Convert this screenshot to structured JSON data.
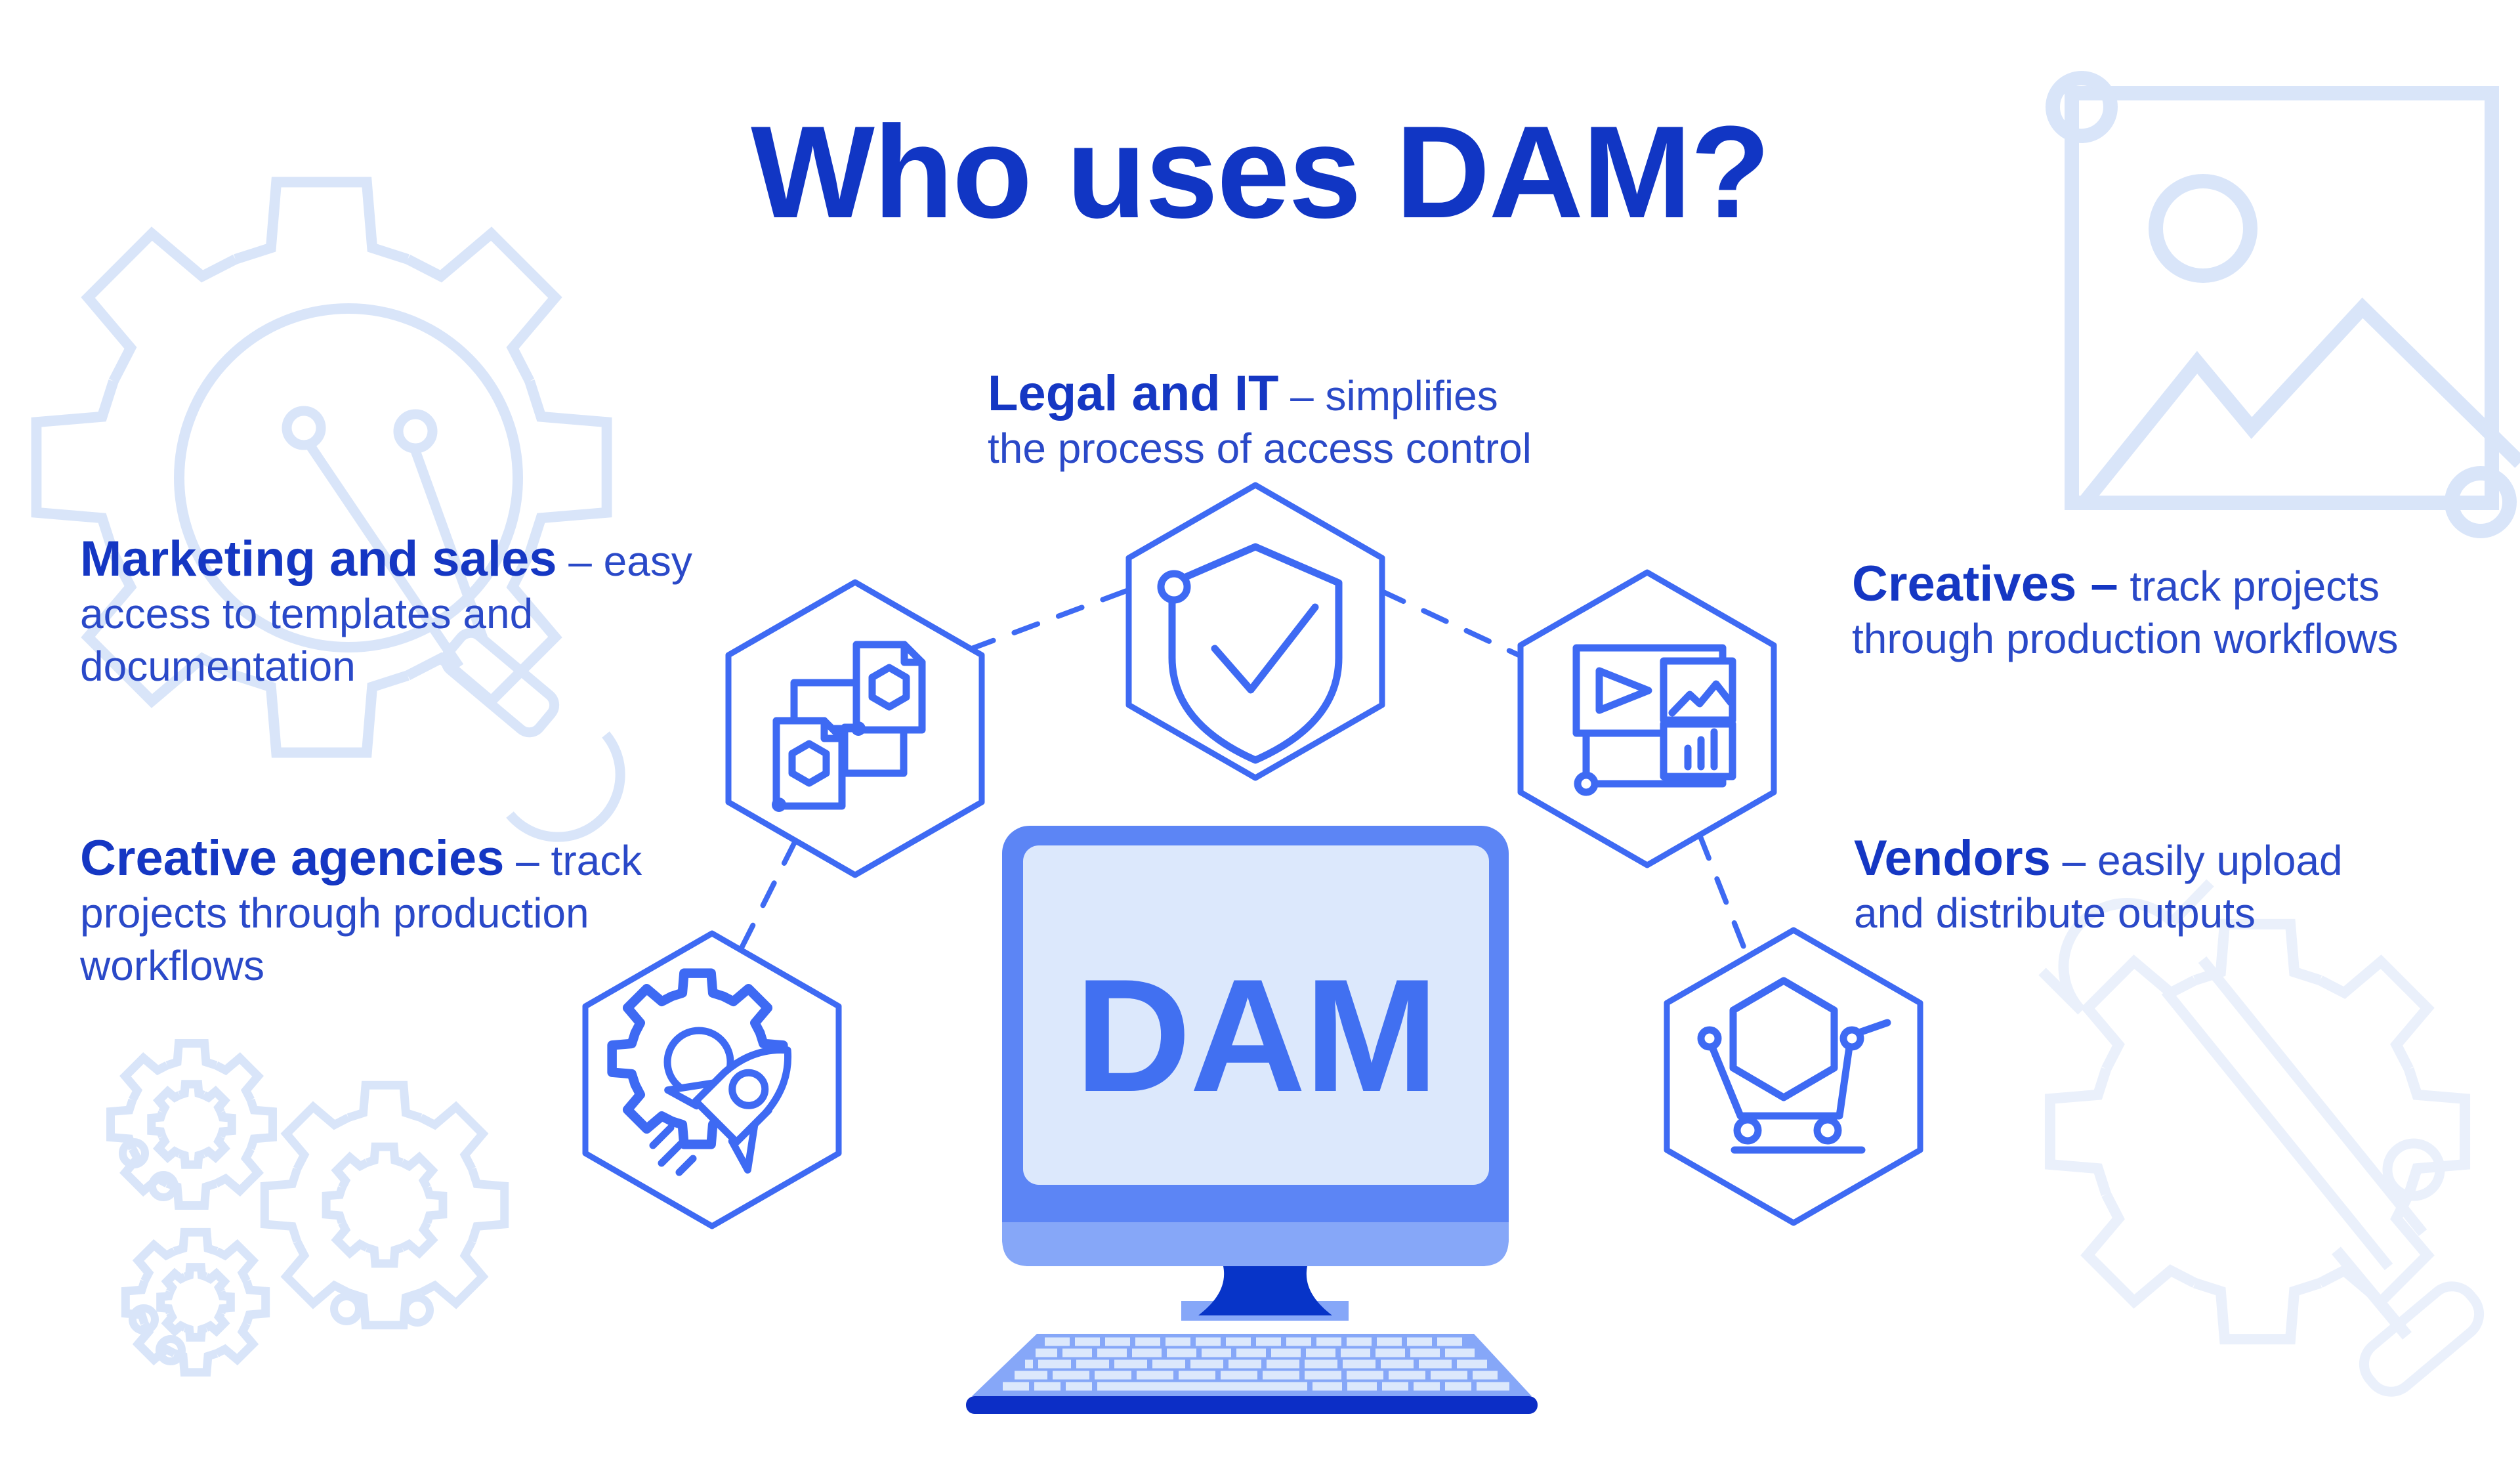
{
  "title": "Who uses DAM?",
  "monitor": {
    "label": "DAM"
  },
  "groups": {
    "legal": {
      "head": "Legal and IT",
      "rest": "– simplifies",
      "line2": "the process of access control"
    },
    "marketing": {
      "head": "Marketing and sales",
      "rest": "– easy",
      "line2": "access to templates and",
      "line3": "documentation"
    },
    "agencies": {
      "head": "Creative agencies",
      "rest": "– track",
      "line2": "projects through production",
      "line3": "workflows"
    },
    "creatives": {
      "head": "Creatives –",
      "rest": "track projects",
      "line2": "through production workflows"
    },
    "vendors": {
      "head": "Vendors",
      "rest": "– easily upload",
      "line2": "and distribute outputs"
    }
  },
  "icons": {
    "legal": "shield-check-icon",
    "marketing": "linked-documents-icon",
    "creatives": "media-assets-icon",
    "agencies": "rocket-gear-icon",
    "vendors": "shopping-cart-icon",
    "center": "desktop-computer-illustration",
    "decorations": [
      "gear-lightbulb-watermark",
      "image-placeholder-watermark",
      "gears-watermark",
      "gear-tools-watermark"
    ]
  },
  "colors": {
    "title_text": "#1136C4",
    "heading_text": "#1537C3",
    "body_text": "#2A49C8",
    "icon_stroke": "#3E6AF3",
    "monitor_frame": "#5C85F5",
    "monitor_screen": "#DCE8FC",
    "monitor_label": "#4170F1",
    "monitor_chin": "#86A7F8",
    "stand_dark": "#0734C8",
    "keyboard_base": "#0C2EC6",
    "watermark": "#D9E5F9",
    "watermark_faint": "#EAF0FB"
  }
}
